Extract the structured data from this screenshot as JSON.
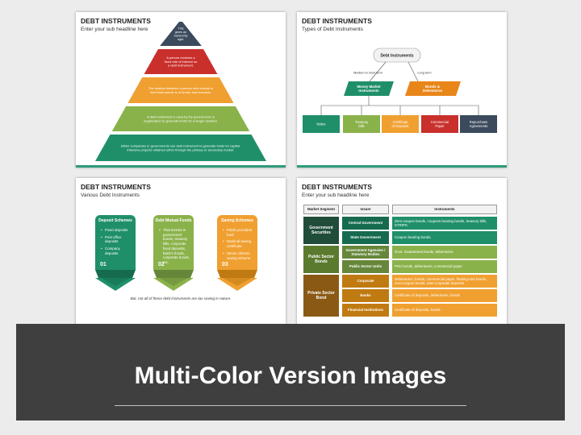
{
  "slide1": {
    "title": "DEBT INSTRUMENTS",
    "subtitle": "Enter your sub headline here",
    "levels": [
      {
        "color": "#3b4a5c",
        "lines": [
          "This",
          "gives an",
          "ownership",
          "right."
        ]
      },
      {
        "color": "#c9302c",
        "lines": [
          "A person receives a",
          "fixed rate of interest on",
          "a debt instrument."
        ]
      },
      {
        "color": "#f0a030",
        "lines": [
          "The relation between a person who invests in",
          "debt instruments is of lender and borrower."
        ]
      },
      {
        "color": "#8ab24a",
        "lines": [
          "A debt instrument is used by the government or",
          "organization to generate funds for a longer duration."
        ]
      },
      {
        "color": "#1f8f6a",
        "lines": [
          "Either companies or governments use debt instrument to generate funds for capital-",
          "intensive projects obtained either through the primary or secondary market."
        ]
      }
    ]
  },
  "slide2": {
    "title": "DEBT INSTRUMENTS",
    "subtitle": "Types of Debt Instruments",
    "root": "Debt Instruments",
    "edge_left": "Medium to short term",
    "edge_right": "Long term",
    "mid_left": [
      "Money Market",
      "Instruments"
    ],
    "mid_right": [
      "Bonds &",
      "Debentures"
    ],
    "leaves": [
      {
        "lines": [
          "Notes"
        ],
        "color": "#1f8f6a"
      },
      {
        "lines": [
          "Treasury",
          "bills"
        ],
        "color": "#8ab24a"
      },
      {
        "lines": [
          "Certificate",
          "of Deposits"
        ],
        "color": "#f0a030"
      },
      {
        "lines": [
          "Commercial",
          "Paper"
        ],
        "color": "#c9302c"
      },
      {
        "lines": [
          "Repurchase",
          "Agreements"
        ],
        "color": "#3b4a5c"
      }
    ],
    "colors": {
      "left": "#1f8f6a",
      "right": "#e8861a"
    }
  },
  "slide3": {
    "title": "DEBT INSTRUMENTS",
    "subtitle": "Various Debt Instruments",
    "cards": [
      {
        "head": "Deposit Schemes",
        "items": [
          "Fixed deposits",
          "Post office deposits",
          "Company deposits"
        ],
        "num": "01",
        "color": "#1f8f6a",
        "dark": "#166b4f"
      },
      {
        "head": "Debt Mutual Funds",
        "items": [
          "That invests in government bonds, treasury bills, corporate fixed deposits, bank's bonds, corporate bonds, etc."
        ],
        "num": "02",
        "color": "#8ab24a",
        "dark": "#66873a"
      },
      {
        "head": "Saving Schemes",
        "items": [
          "Public provident fund",
          "National saving certificate",
          "Senior citizens saving scheme"
        ],
        "num": "03",
        "color": "#f0a030",
        "dark": "#c07a12"
      }
    ],
    "note": "But, not all of these debt instruments are tax saving in nature."
  },
  "slide4": {
    "title": "DEBT INSTRUMENTS",
    "subtitle": "Enter your sub headline here",
    "headers": [
      "Market Segment",
      "Issuer",
      "Instruments"
    ],
    "segments": [
      {
        "label": "Government Securities",
        "color": "#1f4d3a"
      },
      {
        "label": "Public Sector Bonds",
        "color": "#5a7a2e"
      },
      {
        "label": "Private Sector Bond",
        "color": "#8a5a14"
      }
    ],
    "rows": [
      {
        "issuer": "Central Government",
        "instruments": "Zero-coupon bonds, coupons bearing bonds, treasury bills, STRIPS",
        "dark": "#166b4f",
        "light": "#1f8f6a"
      },
      {
        "issuer": "State Government",
        "instruments": "Coupon bearing bonds.",
        "dark": "#166b4f",
        "light": "#1f8f6a"
      },
      {
        "issuer": "Government Agencies / Statutory Bodies",
        "instruments": "Govt. Guaranteed bonds, debentures",
        "dark": "#66873a",
        "light": "#8ab24a"
      },
      {
        "issuer": "Public Sector Units",
        "instruments": "PSU bonds, debentures, commercial paper",
        "dark": "#66873a",
        "light": "#8ab24a"
      },
      {
        "issuer": "Corporate",
        "instruments": "Debentures, bonds, commercial paper, floating-rate bonds, zero-coupon bonds, inter-corporate deposits",
        "dark": "#c07a12",
        "light": "#f0a030"
      },
      {
        "issuer": "Banks",
        "instruments": "Certificate of deposits, debentures, bonds",
        "dark": "#c07a12",
        "light": "#f0a030"
      },
      {
        "issuer": "Financial Institutions",
        "instruments": "Certificate of deposits, bonds",
        "dark": "#c07a12",
        "light": "#f0a030"
      }
    ]
  },
  "banner": {
    "title": "Multi-Color Version Images"
  }
}
